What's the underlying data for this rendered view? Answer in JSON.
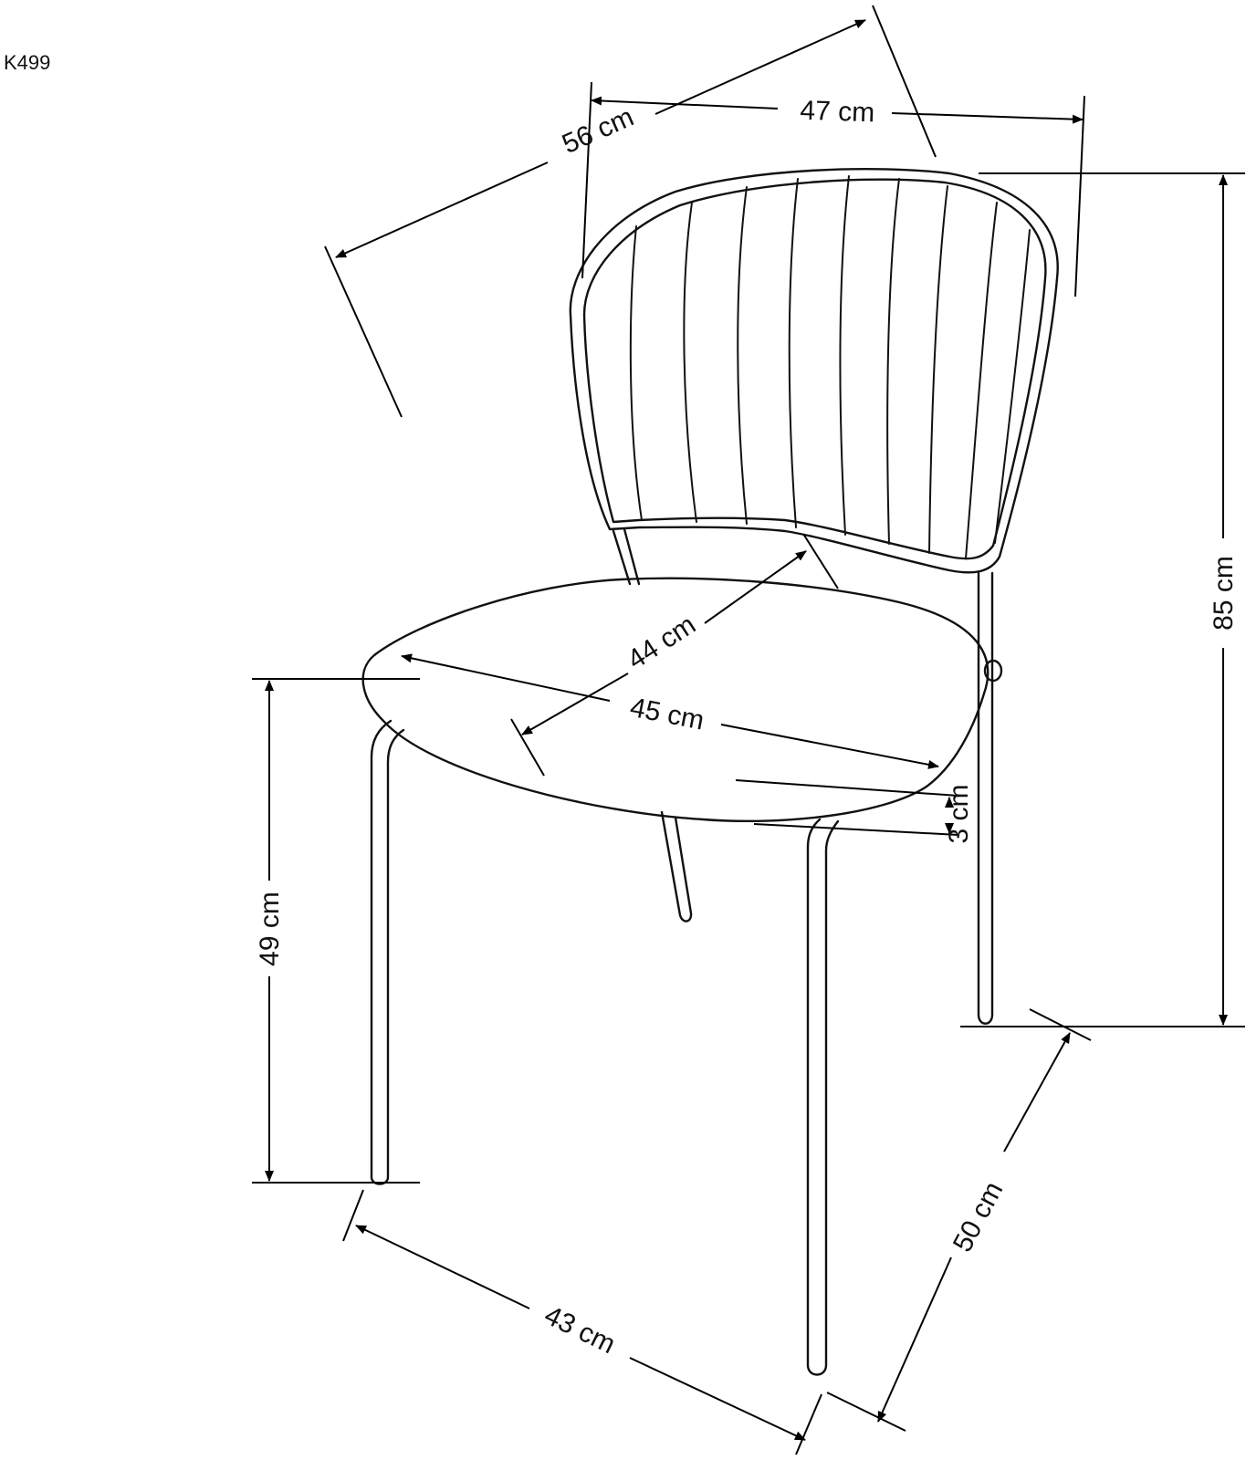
{
  "product_code": "K499",
  "dimensions": {
    "depth_total": "56 cm",
    "width_backrest": "47 cm",
    "height_total": "85 cm",
    "seat_depth": "44 cm",
    "seat_width": "45 cm",
    "seat_thickness": "3 cm",
    "seat_height": "49 cm",
    "base_width": "43 cm",
    "base_depth": "50 cm"
  },
  "colors": {
    "line": "#111111",
    "background": "#ffffff"
  }
}
